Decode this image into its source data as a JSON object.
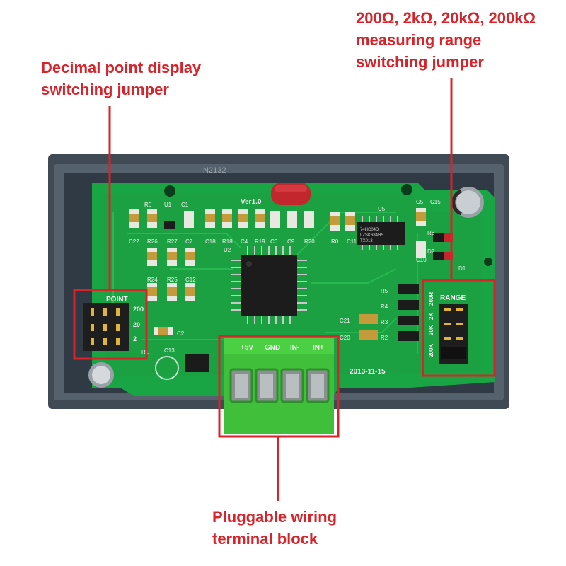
{
  "annotations": {
    "decimal_point": [
      "Decimal point display",
      "switching jumper"
    ],
    "range": [
      "200Ω,  2kΩ, 20kΩ, 200kΩ",
      "measuring range",
      "switching jumper"
    ],
    "terminal": [
      "Pluggable wiring",
      "terminal block"
    ]
  },
  "board": {
    "point_header": "POINT",
    "point_values": [
      "200",
      "20",
      "2"
    ],
    "range_header": "RANGE",
    "range_values": [
      "200K",
      "20K",
      "2K",
      "200R"
    ],
    "terminal_pins": [
      "+5V",
      "GND",
      "IN-",
      "IN+"
    ],
    "date": "2013-11-15",
    "version": "Ver1.0",
    "ic_marking": [
      "74HC04D",
      "LZSK684HS",
      "TX013"
    ],
    "top_marking": "IN2132",
    "components": [
      "R6",
      "U1",
      "C1",
      "C22",
      "R26",
      "R27",
      "C7",
      "C18",
      "R18",
      "C4",
      "R19",
      "C6",
      "C9",
      "R20",
      "R0",
      "C11",
      "U5",
      "C5",
      "C15",
      "R8",
      "D2",
      "C10",
      "D1",
      "R24",
      "R25",
      "C12",
      "R5",
      "R4",
      "R3",
      "R2",
      "C21",
      "C20",
      "C2",
      "C13",
      "R1",
      "U2"
    ]
  },
  "colors": {
    "annotation": "#d9232a",
    "pcb": "#1aa544",
    "terminal": "#3fbf3a",
    "case": "#4a5560"
  }
}
